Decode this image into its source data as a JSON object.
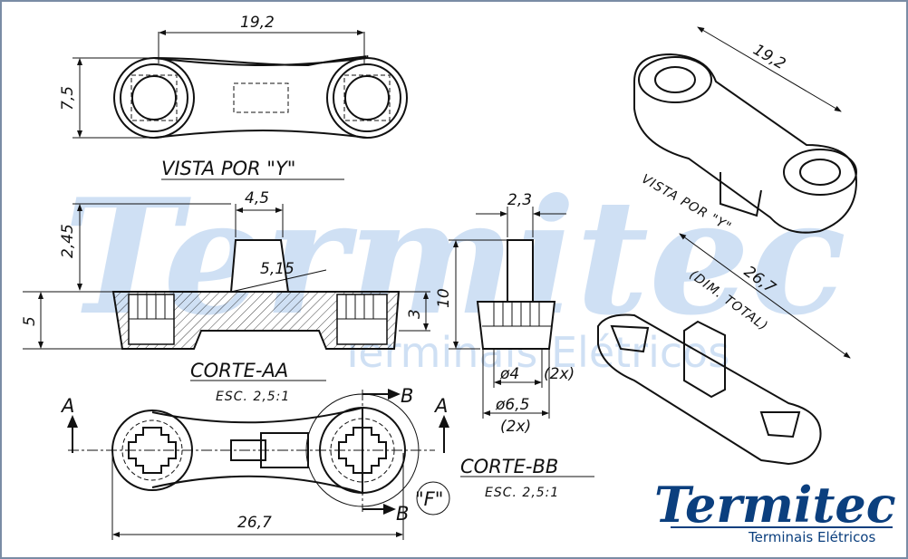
{
  "watermark": {
    "brand": "Termitec",
    "tagline": "Terminais Elétricos"
  },
  "logo": {
    "brand": "Termitec",
    "tagline": "Terminais Elétricos",
    "color": "#0b3f7e"
  },
  "top_view": {
    "title": "VISTA POR \"Y\"",
    "dim_length": "19,2",
    "dim_height": "7,5"
  },
  "section_aa": {
    "title": "CORTE-AA",
    "scale": "ESC. 2,5:1",
    "dim_tab_width": "4,5",
    "dim_tab_height": "2,45",
    "dim_angle": "5,15",
    "dim_thickness": "5",
    "dim_recess": "3"
  },
  "section_bb": {
    "title": "CORTE-BB",
    "scale": "ESC. 2,5:1",
    "dim_tab": "2,3",
    "dim_height": "10",
    "dim_inner_dia": "ø4",
    "dim_inner_qty": "(2x)",
    "dim_outer_dia": "ø6,5",
    "dim_outer_qty": "(2x)"
  },
  "bottom_view": {
    "dim_total": "26,7",
    "label_a_left": "A",
    "label_a_right": "A",
    "label_b_top": "B",
    "label_b_bottom": "B",
    "label_detail": "\"F\""
  },
  "iso_top": {
    "label": "VISTA POR \"Y\"",
    "dim": "19,2"
  },
  "iso_bottom": {
    "dim": "26,7",
    "note": "(DIM. TOTAL)"
  }
}
